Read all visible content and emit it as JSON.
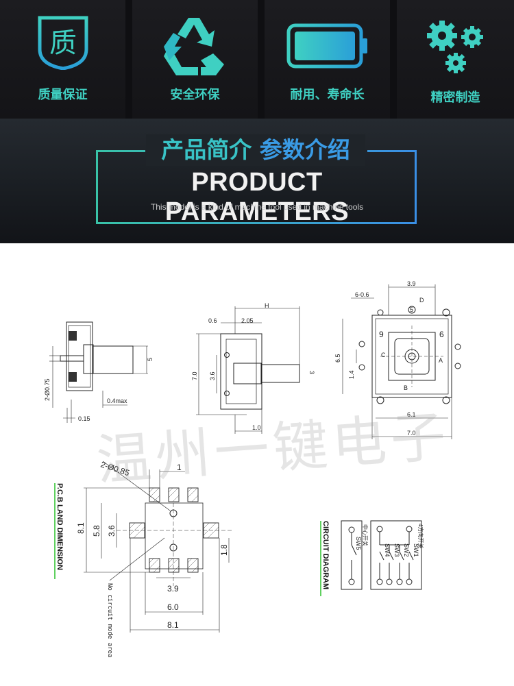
{
  "features": [
    {
      "label": "质量保证",
      "icon": "quality-badge-icon",
      "glyph": "质"
    },
    {
      "label": "安全环保",
      "icon": "recycle-icon"
    },
    {
      "label": "耐用、寿命长",
      "icon": "battery-icon"
    },
    {
      "label": "精密制造",
      "icon": "gears-icon"
    }
  ],
  "header": {
    "cn_part1": "产品简介",
    "cn_part2": "参数介绍",
    "en_title": "PRODUCT PARAMETERS",
    "en_subtitle": "This model is a kind of machine tool used in machine tools"
  },
  "colors": {
    "teal": "#3fd0c2",
    "blue": "#3a9be5",
    "dark": "#121418"
  },
  "drawing": {
    "side_view": {
      "d1": "5",
      "d2": "2-Ø0.75",
      "d3": "0.4max",
      "d4": "0.15"
    },
    "front_view": {
      "d_h": "H",
      "d1": "0.6",
      "d2": "2.05",
      "d3": "7.0",
      "d4": "3.6",
      "d5": "1.0",
      "d6": "3"
    },
    "top_view": {
      "d1": "3.9",
      "d2": "6-0.6",
      "d3": "6.5",
      "d4": "1.4",
      "d5": "6.1",
      "d6": "7.0",
      "p1": "D",
      "p2": "C",
      "p3": "B",
      "p4": "A",
      "n1": "5",
      "n2": "9",
      "n3": "6"
    },
    "pcb": {
      "title": "P.C.B LAND DIMENSION",
      "d1": "2-Ø0.85",
      "d2": "1",
      "d3": "8.1",
      "d4": "5.8",
      "d5": "3.6",
      "d6": "1.8",
      "d7": "3.9",
      "d8": "6.0",
      "d9": "8.1",
      "note": "No circuit mode area"
    },
    "circuit": {
      "title": "CIRCUIT DIAGRAM",
      "sw5": "SW5",
      "sw1": "SW1",
      "sw2": "SW2",
      "sw3": "SW3",
      "sw4": "SW4",
      "label_center": "中心开关",
      "label_four": "4方向开关"
    },
    "watermark": "温州一键电子"
  }
}
